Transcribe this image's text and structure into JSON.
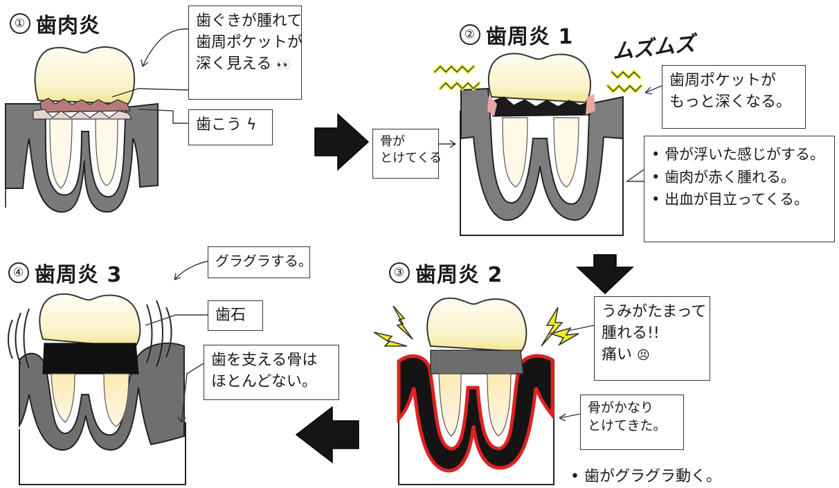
{
  "stages": [
    {
      "title": "歯肉炎",
      "num": "①",
      "notes": [
        "歯ぐきが腫れて",
        "歯周ポケットが",
        "深く見える"
      ],
      "tartar_label": "歯こう"
    },
    {
      "title": "歯周炎 1",
      "num": "②",
      "sfx": "ムズムズ",
      "pocket_note": [
        "歯周ポケットが",
        "もっと深くなる。"
      ],
      "symptoms": [
        "骨が浮いた感じがする。",
        "歯肉が赤く腫れる。",
        "出血が目立ってくる。"
      ]
    },
    {
      "title": "歯周炎 2",
      "num": "③",
      "notes": [
        "うみがたまって",
        "腫れる!!",
        "痛い"
      ],
      "bone_note": [
        "骨がかなり",
        "とけてきた。"
      ],
      "symptom": "歯がグラグラ動く。"
    },
    {
      "title": "歯周炎 3",
      "num": "④",
      "wobble_note": "グラグラする。",
      "calculus_label": "歯石",
      "bone_note": [
        "歯を支える骨は",
        "ほとんどない。"
      ]
    }
  ],
  "arrow_note": [
    "骨が",
    "とけてくる"
  ]
}
